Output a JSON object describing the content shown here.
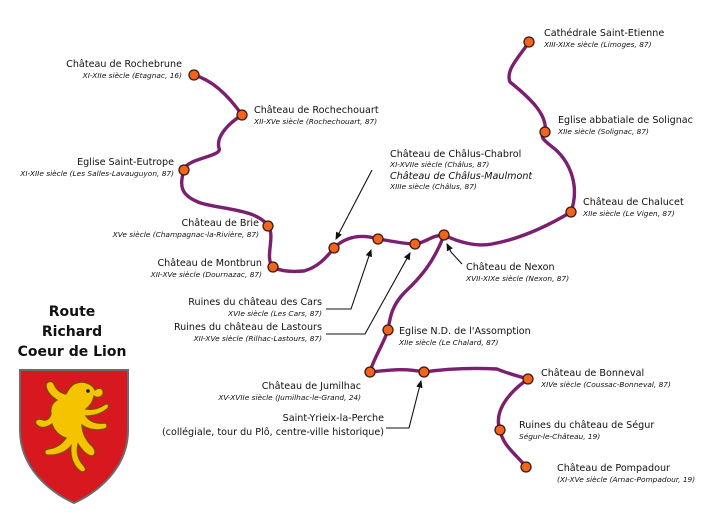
{
  "map": {
    "title_lines": [
      "Route",
      "Richard",
      "Coeur de Lion"
    ],
    "colors": {
      "route": "#7b1f6f",
      "stop_fill": "#f2641d",
      "shield_red": "#d8181f",
      "lion_gold": "#f5c400"
    },
    "emblem": "coat-of-arms-shield-with-gold-lion",
    "stops": [
      {
        "id": "rochebrune",
        "name": "Château de Rochebrune",
        "detail": "XI-XIIe siècle (Etagnac, 16)"
      },
      {
        "id": "rochechouart",
        "name": "Château de Rochechouart",
        "detail": "XII-XVe siècle (Rochechouart, 87)"
      },
      {
        "id": "eutrope",
        "name": "Eglise Saint-Eutrope",
        "detail": "XI-XIIe siècle (Les Salles-Lavauguyon, 87)"
      },
      {
        "id": "brie",
        "name": "Château de Brie",
        "detail": "XVe siècle (Champagnac-la-Rivière, 87)"
      },
      {
        "id": "montbrun",
        "name": "Château de Montbrun",
        "detail": "XII-XVe siècle (Dournazac, 87)"
      },
      {
        "id": "chabrol",
        "name": "Château de Châlus-Chabrol",
        "detail": "XI-XVIIe siècle (Châlus, 87)"
      },
      {
        "id": "maulmont",
        "name": "Château de Châlus-Maulmont",
        "detail": "XIIIe siècle (Châlus, 87)"
      },
      {
        "id": "cars",
        "name": "Ruines du château des Cars",
        "detail": "XVIe siècle (Les Cars, 87)"
      },
      {
        "id": "lastours",
        "name": "Ruines du château de Lastours",
        "detail": "XII-XVe siècle (Rilhac-Lastours, 87)"
      },
      {
        "id": "nexon",
        "name": "Château de Nexon",
        "detail": "XVII-XIXe siècle (Nexon, 87)"
      },
      {
        "id": "chalard",
        "name": "Eglise N.D. de l'Assomption",
        "detail": "XIIe siècle (Le Chalard, 87)"
      },
      {
        "id": "jumilhac",
        "name": "Château de Jumilhac",
        "detail": "XV-XVIIe siècle (Jumilhac-le-Grand, 24)"
      },
      {
        "id": "yrieix",
        "name": "Saint-Yrieix-la-Perche",
        "detail": "(collégiale, tour du Plô, centre-ville historique)"
      },
      {
        "id": "bonneval",
        "name": "Château de Bonneval",
        "detail": "XIVe siècle (Coussac-Bonneval, 87)"
      },
      {
        "id": "segur",
        "name": "Ruines du château de Ségur",
        "detail": "Ségur-le-Château, 19)"
      },
      {
        "id": "pompadour",
        "name": "Château de Pompadour",
        "detail": "(XI-XVe siècle (Arnac-Pompadour, 19)"
      },
      {
        "id": "cathedrale",
        "name": "Cathédrale Saint-Etienne",
        "detail": "XIII-XIXe siècle (Limoges, 87)"
      },
      {
        "id": "solignac",
        "name": "Eglise abbatiale de Solignac",
        "detail": "XIIe siècle (Solignac, 87)"
      },
      {
        "id": "chalucet",
        "name": "Château de Chalucet",
        "detail": "XIIe siècle (Le Vigen, 87)"
      }
    ]
  }
}
